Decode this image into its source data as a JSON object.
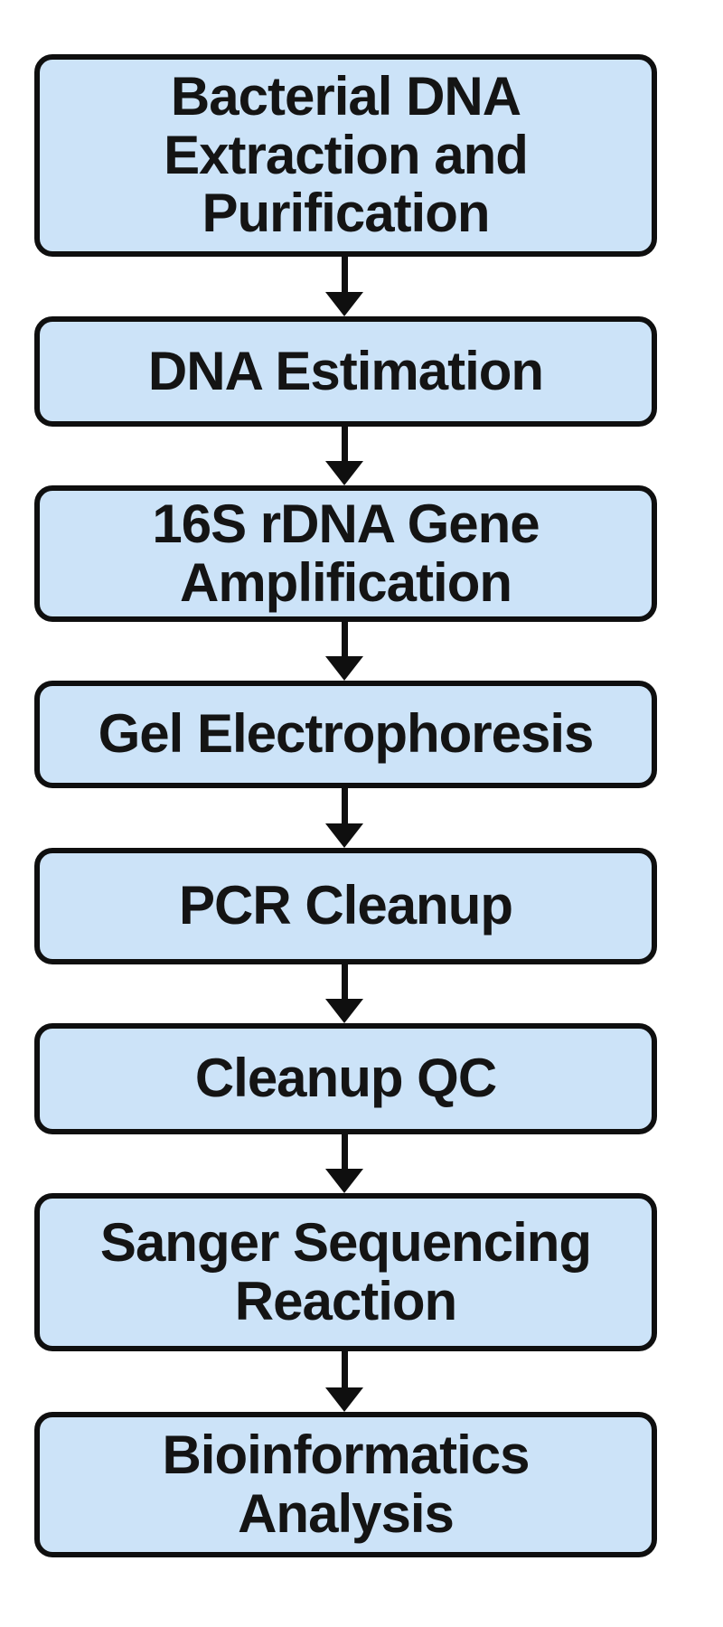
{
  "diagram": {
    "type": "flowchart",
    "direction": "top-to-bottom",
    "connector_style": "filled-arrow-down",
    "connector_count": 7
  },
  "steps": [
    {
      "label": "Bacterial DNA\nExtraction and\nPurification"
    },
    {
      "label": "DNA Estimation"
    },
    {
      "label": "16S rDNA Gene\nAmplification"
    },
    {
      "label": "Gel Electrophoresis"
    },
    {
      "label": "PCR Cleanup"
    },
    {
      "label": "Cleanup QC"
    },
    {
      "label": "Sanger Sequencing\nReaction"
    },
    {
      "label": "Bioinformatics\nAnalysis"
    }
  ],
  "colors": {
    "background": "#ffffff",
    "box_fill": "#cce3f8",
    "box_border": "#0f0f0f",
    "arrow": "#0f0f0f",
    "text": "#141414"
  }
}
